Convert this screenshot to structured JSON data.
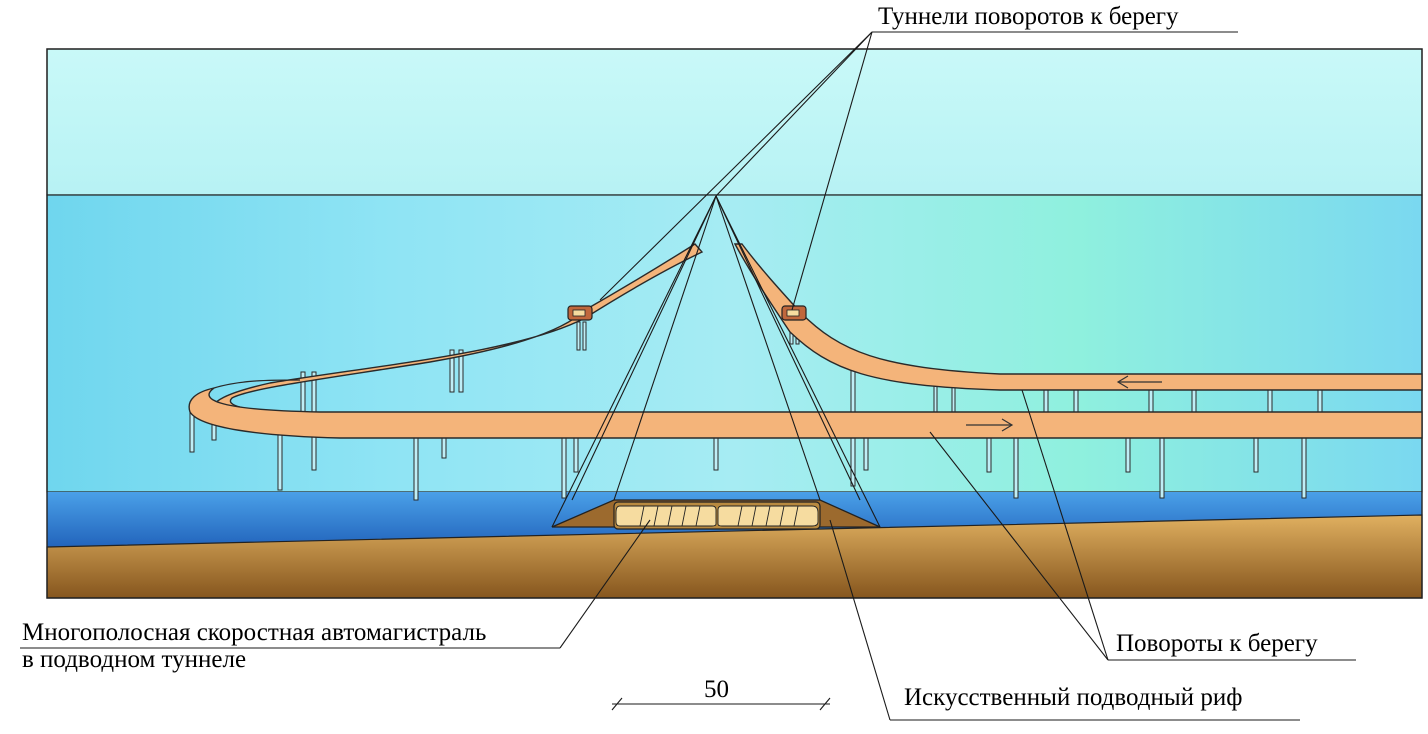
{
  "labels": {
    "turn_tunnels": "Туннели поворотов к берегу",
    "highway_line1": "Многополосная скоростная автомагистраль",
    "highway_line2": "в подводном туннеле",
    "shore_turns": "Повороты к берегу",
    "artificial_reef": "Искусственный подводный риф",
    "scale_value": "50"
  },
  "colors": {
    "sky": "#c4f7f6",
    "water_upper": "#7fdff2",
    "water_deep": "#2f7fd6",
    "seabed_top": "#d8a95a",
    "seabed_bottom": "#8a5a20",
    "road": "#f4b47a",
    "reef": "#9c6a2e",
    "tunnel_lane": "#f6dca0",
    "tunnel_portal": "#c0673c"
  }
}
